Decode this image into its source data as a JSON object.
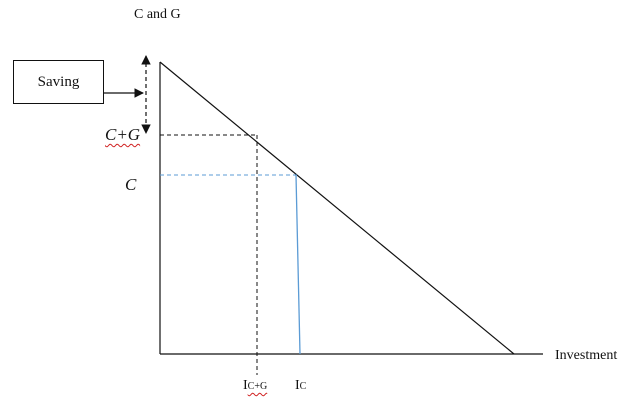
{
  "diagram": {
    "y_axis_label": "C and G",
    "x_axis_label": "Investment",
    "saving_box_label": "Saving",
    "level_c_plus_g_label": "C+G",
    "level_c_label": "C",
    "tick_i_c_plus_g": {
      "main": "I",
      "sub": "C+G"
    },
    "tick_i_c": {
      "main": "I",
      "sub": "C"
    },
    "colors": {
      "axes": "#111111",
      "demand_line": "#111111",
      "c_plus_g_guides": "#111111",
      "c_guides": "#5b9bd5",
      "spellcheck_underline": "#d02020"
    }
  }
}
